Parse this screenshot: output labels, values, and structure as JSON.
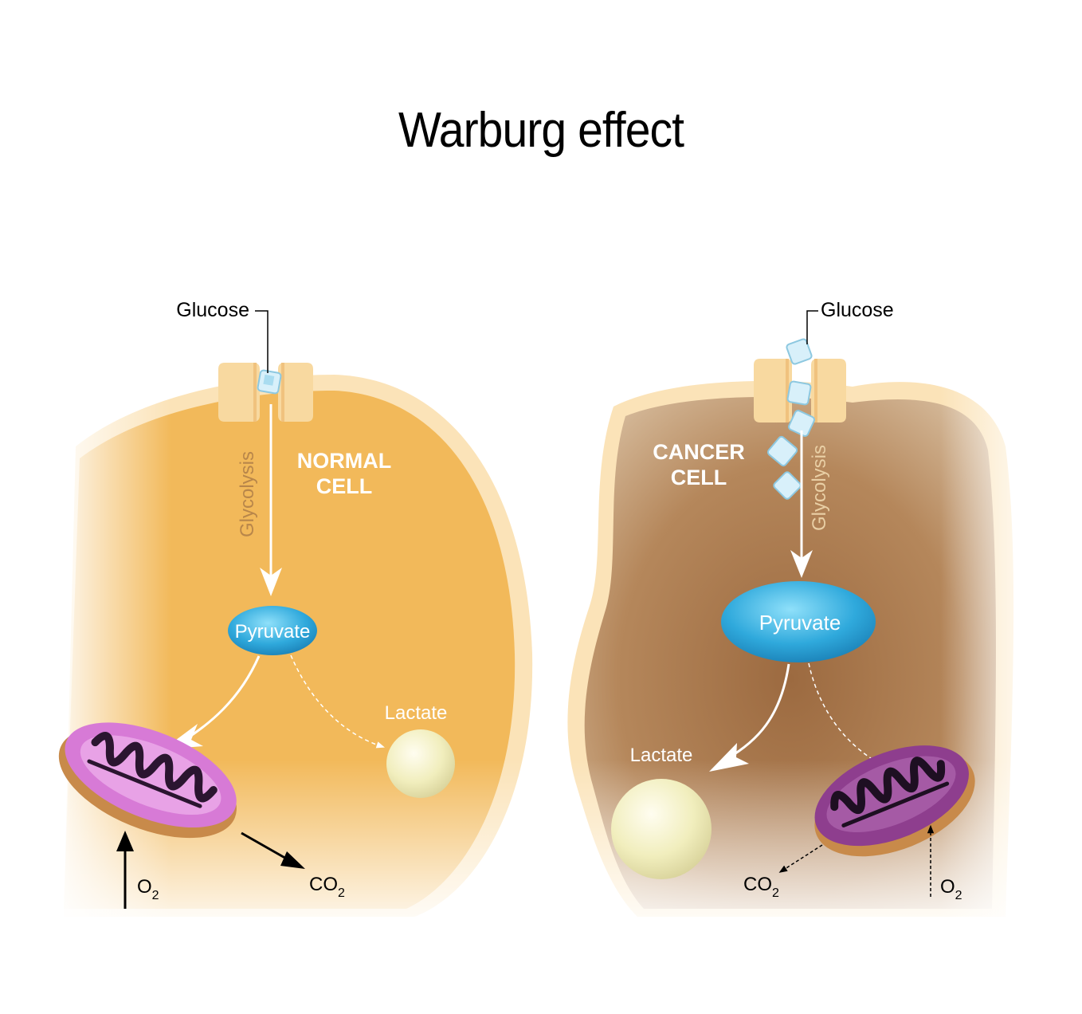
{
  "title": "Warburg effect",
  "normal": {
    "cell_label_1": "NORMAL",
    "cell_label_2": "CELL",
    "glucose": "Glucose",
    "glycolysis": "Glycolysis",
    "pyruvate": "Pyruvate",
    "lactate": "Lactate",
    "o2_main": "O",
    "o2_sub": "2",
    "co2_main": "CO",
    "co2_sub": "2"
  },
  "cancer": {
    "cell_label_1": "CANCER",
    "cell_label_2": "CELL",
    "glucose": "Glucose",
    "glycolysis": "Glycolysis",
    "pyruvate": "Pyruvate",
    "lactate": "Lactate",
    "o2_main": "O",
    "o2_sub": "2",
    "co2_main": "CO",
    "co2_sub": "2"
  },
  "colors": {
    "normal_cell": "#f2b95a",
    "cancer_cell": "#a87a4f",
    "membrane": "#fbe3b8",
    "pyruvate": "#3bb2e0",
    "lactate": "#f3efbf",
    "mito_normal": "#d77ad6",
    "mito_cancer": "#8e3e8e"
  }
}
